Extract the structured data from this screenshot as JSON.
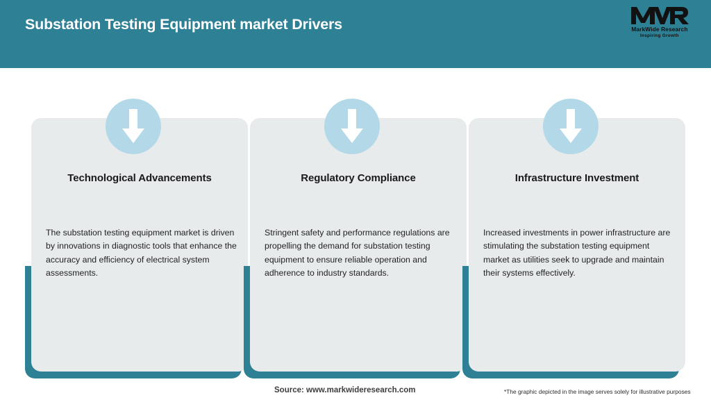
{
  "header": {
    "title": "Substation Testing Equipment market Drivers",
    "background_color": "#2e8094",
    "title_color": "#ffffff"
  },
  "logo": {
    "mark": "MWR",
    "name": "MarkWide Research",
    "tagline": "Inspiring Growth"
  },
  "cards": [
    {
      "icon": "down-arrow-icon",
      "title": "Technological Advancements",
      "body": "The substation testing equipment market is driven by innovations in diagnostic tools that enhance the accuracy and efficiency of electrical system assessments."
    },
    {
      "icon": "down-arrow-icon",
      "title": "Regulatory Compliance",
      "body": "Stringent safety and performance regulations are propelling the demand for substation testing equipment to ensure reliable operation and adherence to industry standards."
    },
    {
      "icon": "down-arrow-icon",
      "title": "Infrastructure Investment",
      "body": "Increased investments in power infrastructure are stimulating the substation testing equipment market as utilities seek to upgrade and maintain their systems effectively."
    }
  ],
  "footer": {
    "source": "Source: www.markwideresearch.com",
    "disclaimer": "*The graphic depicted in the image serves solely for illustrative purposes"
  },
  "colors": {
    "accent_teal": "#2e8094",
    "panel_gray": "#e8ebec",
    "badge_blue": "#b3d9e8",
    "page_background": "#ffffff"
  }
}
